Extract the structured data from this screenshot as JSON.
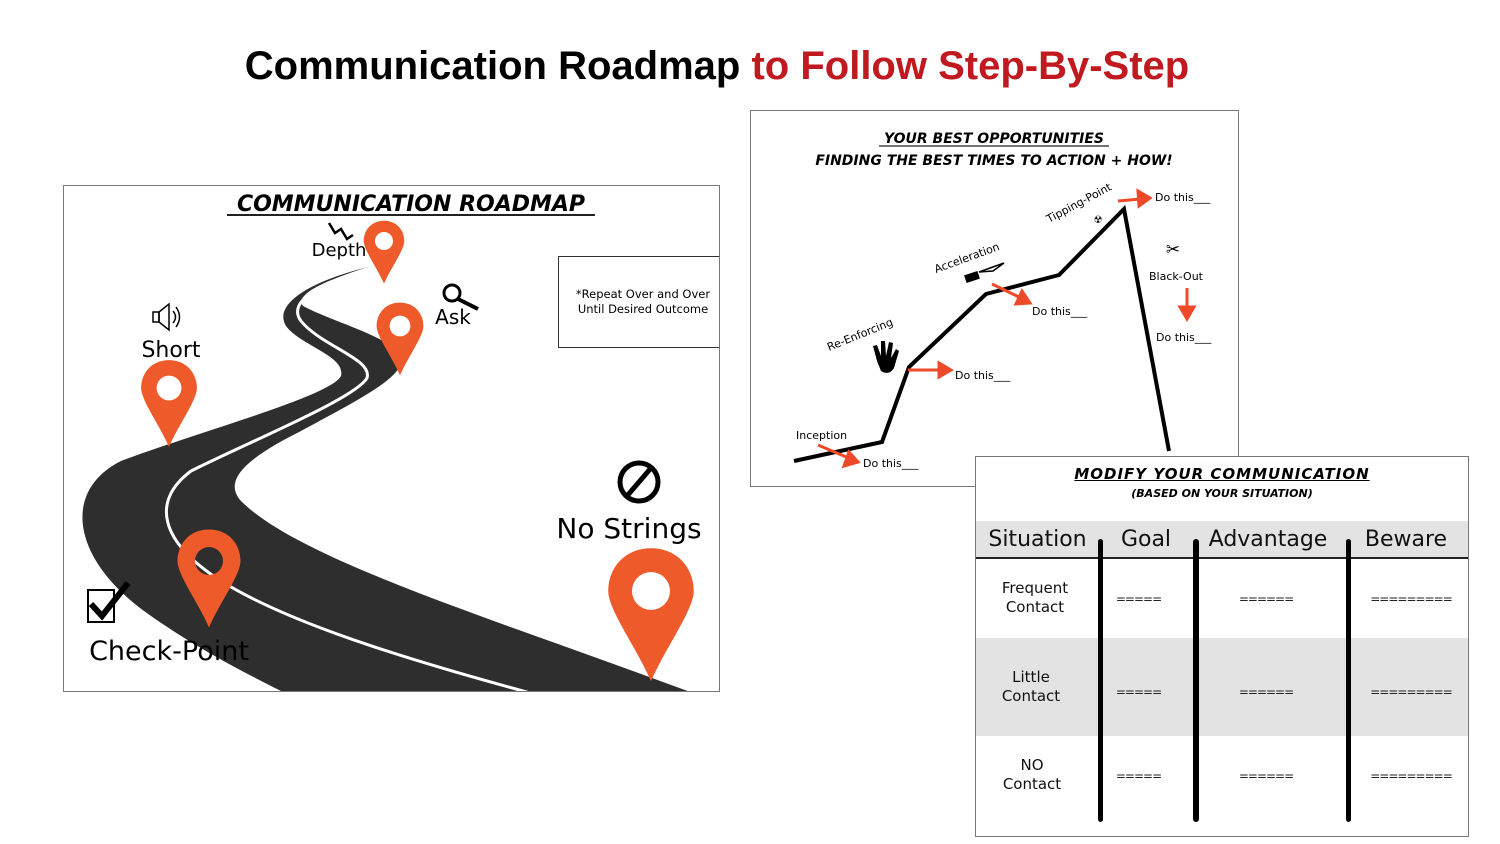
{
  "title": {
    "part1": "Communication Roadmap",
    "part2": "to Follow Step-By-Step"
  },
  "colors": {
    "accent": "#c0191f",
    "pin": "#ee5a2a",
    "road": "#2e2e2e",
    "band": "#e3e3e3"
  },
  "roadmap": {
    "heading": "COMMUNICATION ROADMAP",
    "note": "*Repeat Over and Over Until Desired Outcome",
    "stops": [
      {
        "label": "Depth",
        "icon": "lightning-icon"
      },
      {
        "label": "Ask",
        "icon": "magnifier-icon"
      },
      {
        "label": "Short",
        "icon": "speaker-icon"
      },
      {
        "label": "Check-Point",
        "icon": "checkbox-icon"
      },
      {
        "label": "No Strings",
        "icon": "prohibited-icon"
      }
    ]
  },
  "opportunities": {
    "heading": "YOUR BEST OPPORTUNITIES",
    "subheading": "FINDING THE BEST TIMES TO ACTION + HOW!",
    "stages": [
      {
        "label": "Inception",
        "action": "Do this___"
      },
      {
        "label": "Re-Enforcing",
        "action": "Do this___"
      },
      {
        "label": "Acceleration",
        "action": "Do this___"
      },
      {
        "label": "Tipping-Point",
        "action": "Do this___"
      },
      {
        "label": "Black-Out",
        "action": "Do this___"
      }
    ]
  },
  "modify": {
    "heading": "MODIFY YOUR COMMUNICATION",
    "subheading": "(BASED ON YOUR SITUATION)",
    "columns": [
      "Situation",
      "Goal",
      "Advantage",
      "Beware"
    ],
    "rows": [
      {
        "situation": [
          "Frequent",
          "Contact"
        ],
        "goal": "=====",
        "advantage": "======",
        "beware": "========="
      },
      {
        "situation": [
          "Little",
          "Contact"
        ],
        "goal": "=====",
        "advantage": "======",
        "beware": "========="
      },
      {
        "situation": [
          "NO",
          "Contact"
        ],
        "goal": "=====",
        "advantage": "======",
        "beware": "========="
      }
    ]
  }
}
